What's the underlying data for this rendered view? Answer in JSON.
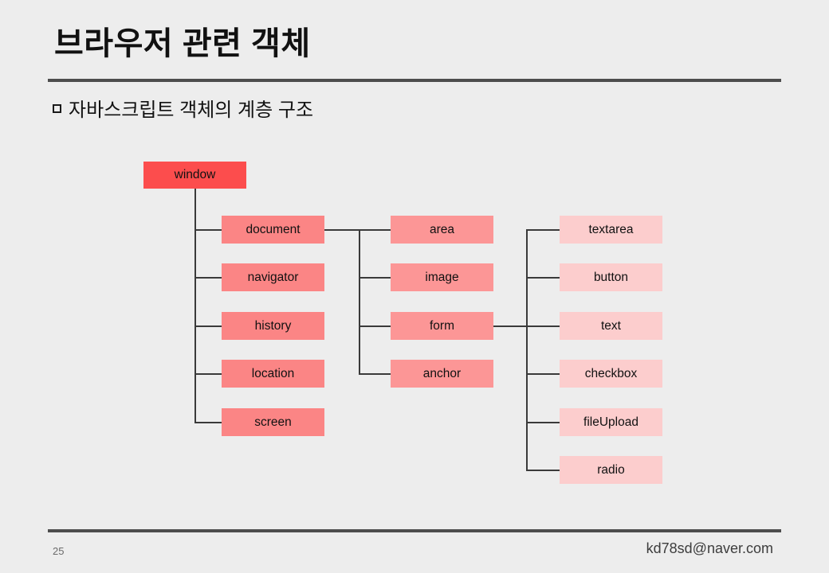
{
  "slide": {
    "title": "브라우저 관련 객체",
    "subtitle": "자바스크립트 객체의 계층 구조",
    "bullet_icon": "square-outline-bullet",
    "background_color": "#ededed",
    "rule_color": "#4d4d4d"
  },
  "palette": {
    "level0": "#fc4d4d",
    "level1": "#fb8585",
    "level2": "#fc9696",
    "level3": "#fccdcd",
    "connector": "#3a3a3a",
    "text": "#111111"
  },
  "diagram": {
    "type": "tree",
    "root": {
      "label": "window",
      "level": 0
    },
    "columns": [
      {
        "name": "window-children",
        "parent": "window",
        "level": 1,
        "nodes": [
          {
            "label": "document"
          },
          {
            "label": "navigator"
          },
          {
            "label": "history"
          },
          {
            "label": "location"
          },
          {
            "label": "screen"
          }
        ]
      },
      {
        "name": "document-children",
        "parent": "document",
        "level": 2,
        "nodes": [
          {
            "label": "area"
          },
          {
            "label": "image"
          },
          {
            "label": "form"
          },
          {
            "label": "anchor"
          }
        ]
      },
      {
        "name": "form-children",
        "parent": "form",
        "level": 3,
        "nodes": [
          {
            "label": "textarea"
          },
          {
            "label": "button"
          },
          {
            "label": "text"
          },
          {
            "label": "checkbox"
          },
          {
            "label": "fileUpload"
          },
          {
            "label": "radio"
          }
        ]
      }
    ]
  },
  "footer": {
    "page_number": "25",
    "email": "kd78sd@naver.com"
  }
}
